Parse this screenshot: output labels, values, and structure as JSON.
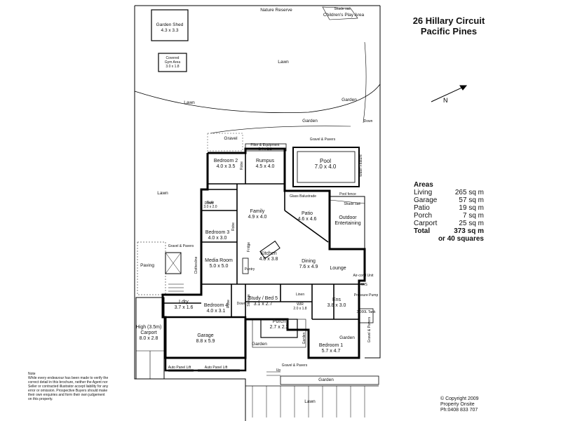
{
  "header": {
    "address_line1": "26 Hillary Circuit",
    "address_line2": "Pacific Pines"
  },
  "areas": {
    "heading": "Areas",
    "rows": [
      {
        "name": "Living",
        "value": "265 sq m"
      },
      {
        "name": "Garage",
        "value": "57 sq m"
      },
      {
        "name": "Patio",
        "value": "19 sq m"
      },
      {
        "name": "Porch",
        "value": "7 sq m"
      },
      {
        "name": "Carport",
        "value": "25 sq m"
      }
    ],
    "total_label": "Total",
    "total_value": "373 sq m",
    "squares": "or 40 squares"
  },
  "site_labels": {
    "nature_reserve": "Nature Reserve",
    "shade_sail_top": "Shade sail",
    "childrens_play_area": "Children's Play Area",
    "lawn_top": "Lawn",
    "lawn_left": "Lawn",
    "lawn_mid": "Lawn",
    "lawn_bottom": "Lawn",
    "garden_right": "Garden",
    "garden_mid": "Garden",
    "gravel": "Gravel",
    "gravel_pavers_top": "Gravel & Pavers",
    "gravel_pavers_left": "Gravel & Pavers",
    "gravel_pavers_bottom": "Gravel & Pavers",
    "gravel_pavers_right": "Gravel & Pavers",
    "garden_bottom": "Garden",
    "garden_front_left": "Garden",
    "garden_front_mid": "Garden",
    "garden_front_right": "Garden",
    "paving": "Paving",
    "pool_fence": "Pool fence",
    "shade_sail_patio": "Shade sail",
    "glass_balustrade": "Glass Balustrade",
    "air_con_unit": "Air-cond Unit",
    "tank": "3,000L Tank",
    "down_1": "Down",
    "down_2": "Down",
    "down_3": "Down",
    "up": "Up"
  },
  "structures": {
    "garden_shed_name": "Garden Shed",
    "garden_shed_size": "4.3 x 3.3",
    "gym_name_1": "Covered",
    "gym_name_2": "Gym Area",
    "gym_size": "3.0 x 1.8",
    "filter_name": "Filter & Equipment",
    "filter_size": "3.4 x 1.1",
    "pool_name": "Pool",
    "pool_size": "7.0 x 4.0",
    "water_feature": "Water Feature"
  },
  "rooms": [
    {
      "id": "bedroom2",
      "name": "Bedroom 2",
      "size": "4.0 x 3.5"
    },
    {
      "id": "rumpus",
      "name": "Rumpus",
      "size": "4.5 x 4.0"
    },
    {
      "id": "bath",
      "name": "Bath",
      "size": "3.0 x 2.0"
    },
    {
      "id": "family",
      "name": "Family",
      "size": "4.9 x 4.0"
    },
    {
      "id": "patio",
      "name": "Patio",
      "size": "4.6 x 4.6"
    },
    {
      "id": "outdoor",
      "name": "Outdoor Entertaining",
      "size": ""
    },
    {
      "id": "bedroom3",
      "name": "Bedroom 3",
      "size": "4.0 x 3.0"
    },
    {
      "id": "kitchen",
      "name": "Kitchen",
      "size": "4.0 x 3.8"
    },
    {
      "id": "dining",
      "name": "Dining",
      "size": "7.6 x 4.9"
    },
    {
      "id": "lounge",
      "name": "Lounge",
      "size": ""
    },
    {
      "id": "media",
      "name": "Media Room",
      "size": "5.0 x 5.0"
    },
    {
      "id": "study",
      "name": "Study / Bed 5",
      "size": "3.1 x 2.7"
    },
    {
      "id": "wir",
      "name": "WIR",
      "size": "2.0 x 1.8"
    },
    {
      "id": "ens",
      "name": "Ens",
      "size": "3.8 x 3.0"
    },
    {
      "id": "ldry",
      "name": "Ldry",
      "size": "3.7 x 1.6"
    },
    {
      "id": "bedroom4",
      "name": "Bedroom 4",
      "size": "4.0 x 3.1"
    },
    {
      "id": "porch",
      "name": "Porch",
      "size": "2.7 x 2.2"
    },
    {
      "id": "garage",
      "name": "Garage",
      "size": "8.8 x 5.9"
    },
    {
      "id": "bedroom1",
      "name": "Bedroom 1",
      "size": "5.7 x 4.7"
    },
    {
      "id": "carport",
      "name": "High (3.5m) Carport",
      "size": "8.0 x 2.8"
    }
  ],
  "fixtures": {
    "robe_1": "Robe",
    "robe_2": "Robe",
    "robe_3": "Robe",
    "clothesline": "Clothesline",
    "fridge": "Fridge",
    "pantry": "Pantry",
    "linen": "Linen",
    "storage": "Storage",
    "auto_panel_lift_1": "Auto Panel Lift",
    "auto_panel_lift_2": "Auto Panel Lift",
    "pressure_pump": "Pressure Pump",
    "hws": "HWS"
  },
  "note": {
    "heading": "Note",
    "text": "While every endeavour has been made to verify the correct detail in this brochure, neither the Agent nor Seller or contracted illustrator accept liability for any error or omission. Prospective Buyers should make their own enquiries and form their own judgement on this property."
  },
  "credits": {
    "copyright": "© Copyright 2009",
    "company": "Property Onsite",
    "phone": "Ph:0408 833 707"
  }
}
